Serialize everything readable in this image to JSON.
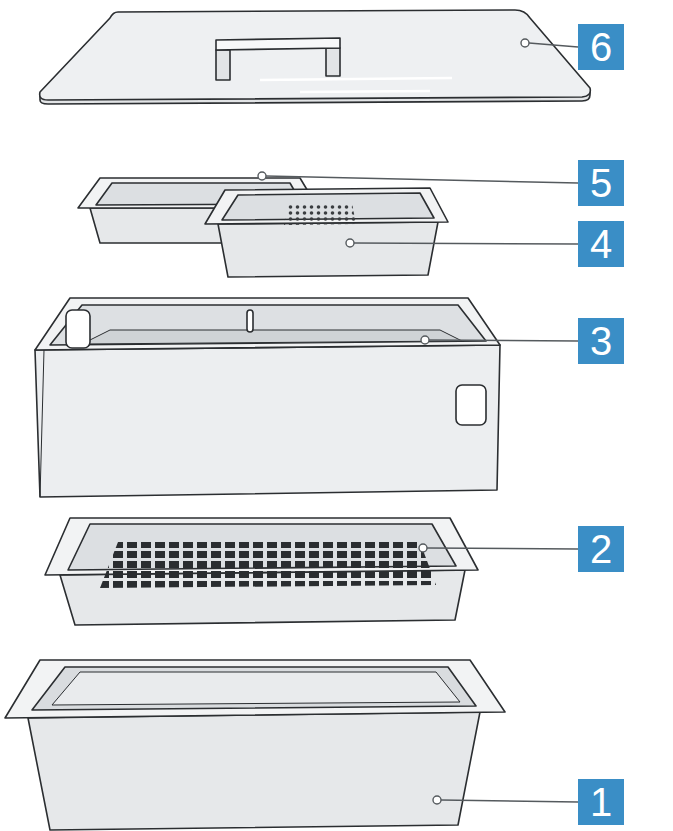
{
  "diagram": {
    "labels": [
      "6",
      "5",
      "4",
      "3",
      "2",
      "1"
    ]
  }
}
